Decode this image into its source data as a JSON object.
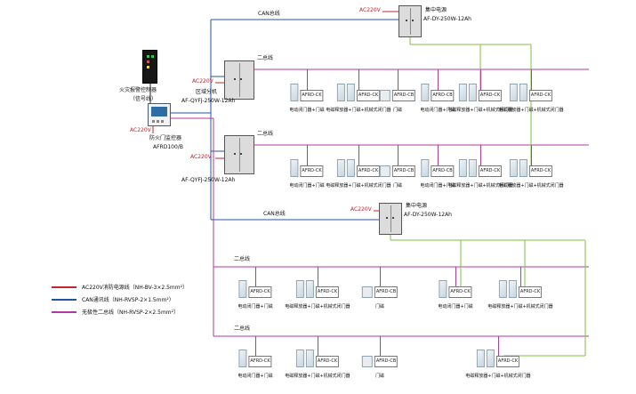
{
  "colors": {
    "power_line": "#c0272d",
    "can_line": "#2155a3",
    "bus_line": "#b03a9e",
    "dc_line": "#7fc241",
    "signal_line": "#222222"
  },
  "controller": {
    "name": "火灾报警控制器",
    "sub": "（信号线）"
  },
  "monitor": {
    "power": "AC220V",
    "name": "防火门监控器",
    "model": "AFRD100/B"
  },
  "can_bus": {
    "top_label": "CAN总线",
    "bottom_label": "CAN总线"
  },
  "zone_units": [
    {
      "power": "AC220V",
      "name": "区域分机",
      "model": "AF-QYFJ-250W-12Ah"
    },
    {
      "power": "AC220V",
      "model": "AF-QYFJ-250W-12Ah"
    }
  ],
  "power_supplies": [
    {
      "power": "AC220V",
      "name": "集中电源",
      "model": "AF-DY-250W-12Ah"
    },
    {
      "power": "AC220V",
      "name": "集中电源",
      "model": "AF-DY-250W-12Ah"
    }
  ],
  "rows": [
    {
      "bus_label": "二总线",
      "groups": [
        {
          "module": "AFRD-CK",
          "device": "电动闭门器+门磁",
          "icon": "single-door"
        },
        {
          "module": "AFRD-CK",
          "device": "电磁释放器+门磁+机械式闭门器",
          "icon": "double-door"
        },
        {
          "module": "AFRD-CB",
          "device": "门磁",
          "icon": "magnet"
        },
        {
          "module": "AFRD-CB",
          "device": "电动闭门器+门磁",
          "icon": "single-door"
        },
        {
          "module": "AFRD-CK",
          "device": "电磁释放器+门磁+机械式闭门器",
          "icon": "double-door"
        },
        {
          "module": "AFRD-CK",
          "device": "电磁释放器+门磁+机械式闭门器",
          "icon": "double-door"
        }
      ]
    },
    {
      "bus_label": "二总线",
      "groups": [
        {
          "module": "AFRD-CK",
          "device": "电动闭门器+门磁",
          "icon": "single-door"
        },
        {
          "module": "AFRD-CK",
          "device": "电磁释放器+门磁+机械式闭门器",
          "icon": "double-door"
        },
        {
          "module": "AFRD-CB",
          "device": "门磁",
          "icon": "magnet"
        },
        {
          "module": "AFRD-CB",
          "device": "电动闭门器+门磁",
          "icon": "single-door"
        },
        {
          "module": "AFRD-CK",
          "device": "电磁释放器+门磁+机械式闭门器",
          "icon": "double-door"
        },
        {
          "module": "AFRD-CK",
          "device": "电磁释放器+门磁+机械式闭门器",
          "icon": "double-door"
        }
      ]
    },
    {
      "bus_label": "二总线",
      "groups": [
        {
          "module": "AFRD-CK",
          "device": "电动闭门器+门磁",
          "icon": "single-door"
        },
        {
          "module": "AFRD-CK",
          "device": "电磁释放器+门磁+机械式闭门器",
          "icon": "double-door"
        },
        {
          "module": "AFRD-CB",
          "device": "门磁",
          "icon": "magnet"
        },
        {
          "module": "AFRD-CK",
          "device": "电动闭门器+门磁",
          "icon": "single-door"
        },
        {
          "module": "AFRD-CK",
          "device": "电磁释放器+门磁+机械式闭门器",
          "icon": "double-door"
        }
      ]
    },
    {
      "bus_label": "二总线",
      "groups": [
        {
          "module": "AFRD-CK",
          "device": "电动闭门器+门磁",
          "icon": "single-door"
        },
        {
          "module": "AFRD-CK",
          "device": "电磁释放器+门磁+机械式闭门器",
          "icon": "double-door"
        },
        {
          "module": "AFRD-CB",
          "device": "门磁",
          "icon": "magnet"
        },
        {
          "module": "AFRD-CK",
          "device": "电磁释放器+门磁+机械式闭门器",
          "icon": "double-door"
        }
      ]
    }
  ],
  "legend": [
    {
      "color": "#c0272d",
      "label": "AC220V消防电源线（NH-BV-3×2.5mm²）"
    },
    {
      "color": "#2155a3",
      "label": "CAN通讯线（NH-RVSP-2×1.5mm²）"
    },
    {
      "color": "#b03a9e",
      "label": "无极性二总线（NH-RVSP-2×2.5mm²）"
    }
  ]
}
